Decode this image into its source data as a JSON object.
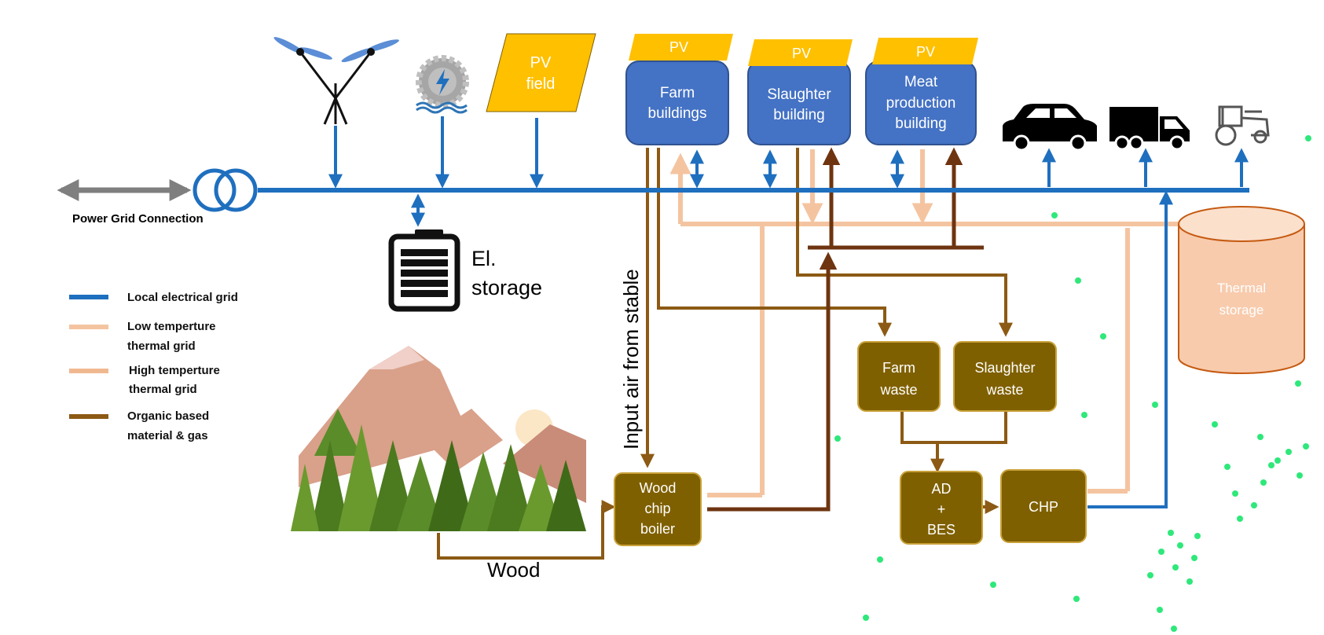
{
  "labels": {
    "pv_field_line1": "PV",
    "pv_field_line2": "field",
    "pv_roof_1": "PV",
    "pv_roof_2": "PV",
    "pv_roof_3": "PV",
    "farm_buildings_line1": "Farm",
    "farm_buildings_line2": "buildings",
    "slaughter_building_line1": "Slaughter",
    "slaughter_building_line2": "building",
    "meat_building_line1": "Meat",
    "meat_building_line2": "production",
    "meat_building_line3": "building",
    "power_grid_connection": "Power Grid Connection",
    "el_storage_line1": "El.",
    "el_storage_line2": "storage",
    "input_air": "Input air from stable",
    "wood": "Wood",
    "wood_boiler_line1": "Wood",
    "wood_boiler_line2": "chip",
    "wood_boiler_line3": "boiler",
    "farm_waste_line1": "Farm",
    "farm_waste_line2": "waste",
    "slaughter_waste_line1": "Slaughter",
    "slaughter_waste_line2": "waste",
    "ad_line1": "AD",
    "ad_line2": "+",
    "ad_line3": "BES",
    "chp": "CHP",
    "thermal_storage_line1": "Thermal",
    "thermal_storage_line2": "storage"
  },
  "legend": {
    "local_grid": "Local electrical grid",
    "low_temp_line1": "Low temperture",
    "low_temp_line2": "thermal grid",
    "high_temp_line1": "High temperture",
    "high_temp_line2": "thermal grid",
    "organic_line1": "Organic based",
    "organic_line2": "material & gas"
  },
  "colors": {
    "electrical": "#1f6fbf",
    "low_temp": "#f4c4a0",
    "high_temp": "#f0b890",
    "organic": "#8c5a14",
    "organic_dark": "#6e3410",
    "pv_yellow": "#ffc000",
    "building_blue": "#4472c4",
    "process_box": "#7f6000",
    "thermal_storage": "#f8cbad",
    "grid_connection_arrow": "#7f7f7f"
  },
  "icons": [
    "wind-turbine-icon",
    "hydro-turbine-icon",
    "battery-icon",
    "car-icon",
    "truck-icon",
    "tractor-icon",
    "forest-mountain-illustration"
  ]
}
